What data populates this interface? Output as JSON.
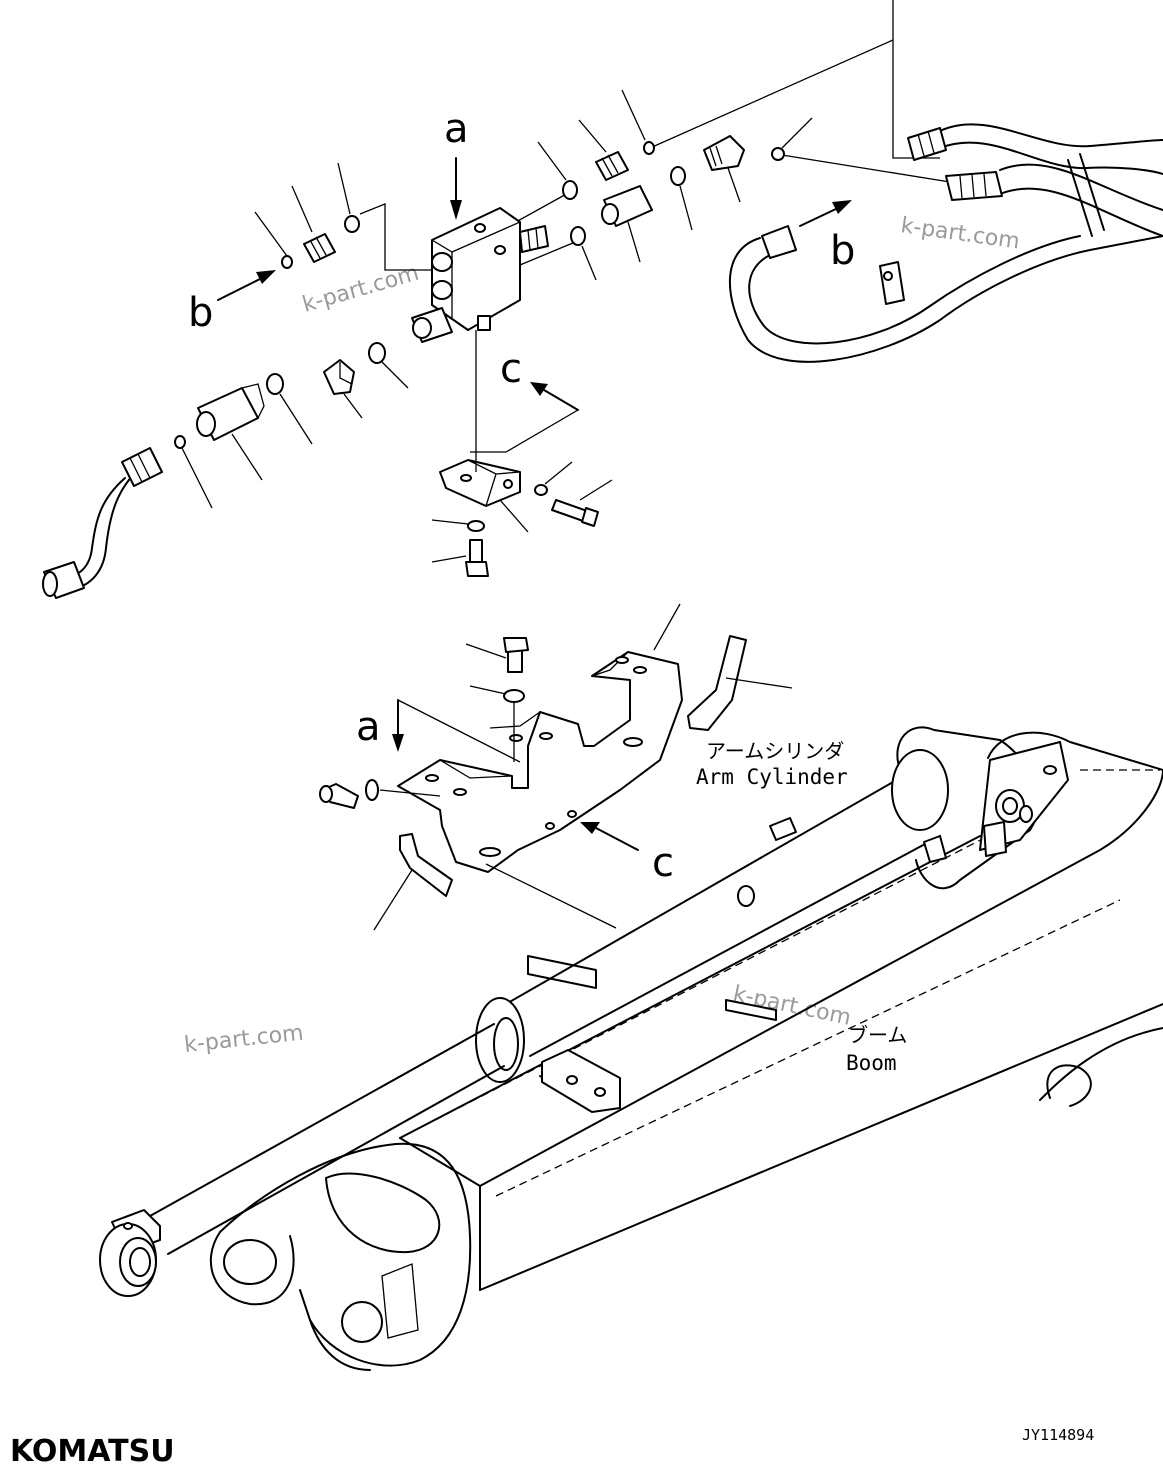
{
  "callouts": {
    "a": "a",
    "b": "b",
    "c": "c"
  },
  "labels": {
    "arm_cylinder_jp": "アームシリンダ",
    "arm_cylinder_en": "Arm Cylinder",
    "boom_jp": "ブーム",
    "boom_en": "Boom"
  },
  "watermark": "k-part.com",
  "drawing_code": "JY114894",
  "brand": "KOMATSU"
}
